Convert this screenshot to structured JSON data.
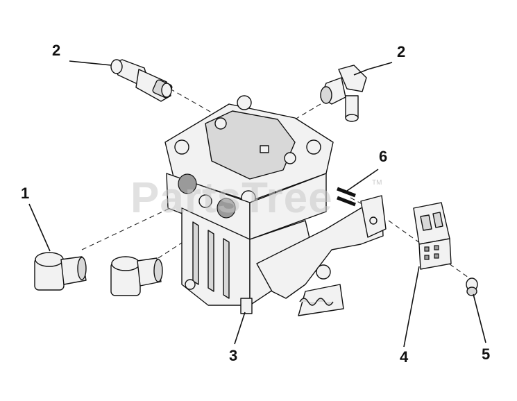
{
  "diagram": {
    "callouts": [
      {
        "id": "callout-1",
        "label": "1"
      },
      {
        "id": "callout-2-left",
        "label": "2"
      },
      {
        "id": "callout-2-right",
        "label": "2"
      },
      {
        "id": "callout-3",
        "label": "3"
      },
      {
        "id": "callout-4",
        "label": "4"
      },
      {
        "id": "callout-5",
        "label": "5"
      },
      {
        "id": "callout-6",
        "label": "6"
      }
    ],
    "watermark": "PartsTree",
    "watermark_tm": "TM"
  }
}
